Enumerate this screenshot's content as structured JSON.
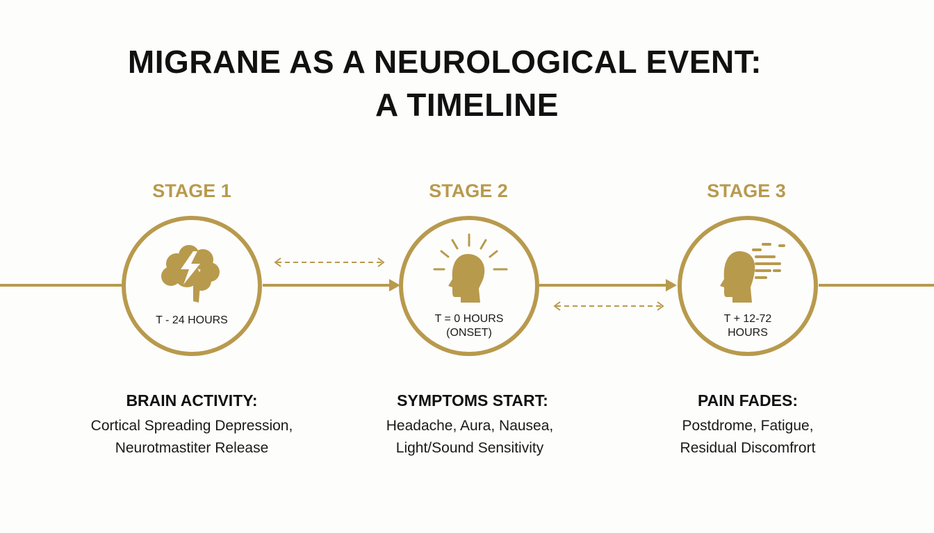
{
  "title": {
    "line1": "MIGRANE AS A NEUROLOGICAL EVENT:",
    "line2": "A TIMELINE"
  },
  "accent_color": "#b89a4d",
  "stages": [
    {
      "label": "STAGE 1",
      "icon": "brain-lightning-icon",
      "time_line1": "T - 24 HOURS",
      "time_line2": "",
      "heading": "BRAIN ACTIVITY:",
      "desc_line1": "Cortical Spreading Depression,",
      "desc_line2": "Neurotmastiter Release"
    },
    {
      "label": "STAGE 2",
      "icon": "head-radiating-icon",
      "time_line1": "T = 0 HOURS",
      "time_line2": "(ONSET)",
      "heading": "SYMPTOMS START:",
      "desc_line1": "Headache, Aura, Nausea,",
      "desc_line2": "Light/Sound Sensitivity"
    },
    {
      "label": "STAGE 3",
      "icon": "head-fading-icon",
      "time_line1": "T + 12-72",
      "time_line2": "HOURS",
      "heading": "PAIN FADES:",
      "desc_line1": "Postdrome, Fatigue,",
      "desc_line2": "Residual Discomfrort"
    }
  ]
}
